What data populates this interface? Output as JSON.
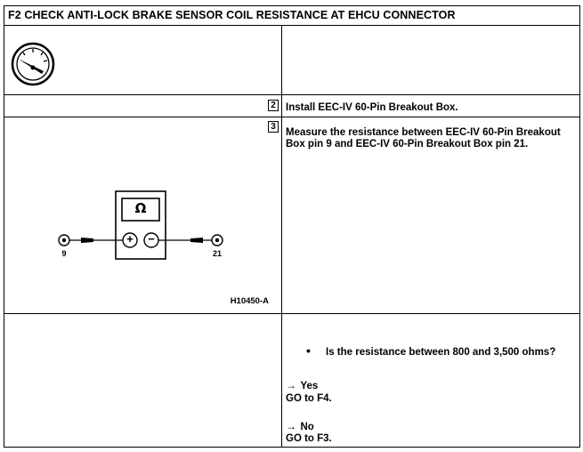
{
  "header": {
    "title": "F2 CHECK ANTI-LOCK BRAKE SENSOR COIL RESISTANCE AT EHCU CONNECTOR"
  },
  "steps": [
    {
      "number": "2",
      "text": "Install EEC-IV 60-Pin Breakout Box."
    },
    {
      "number": "3",
      "text": "Measure the resistance between EEC-IV 60-Pin Breakout Box pin 9 and EEC-IV 60-Pin Breakout Box pin 21."
    }
  ],
  "diagram": {
    "meter_symbol": "Ω",
    "plus_symbol": "+",
    "minus_symbol": "−",
    "pin_left": "9",
    "pin_right": "21",
    "figure_id": "H10450-A"
  },
  "result": {
    "bullet": "•",
    "question": "Is the resistance between 800 and 3,500 ohms?",
    "yes_arrow": "→",
    "yes_label": "Yes",
    "yes_action": "GO to F4.",
    "no_arrow": "→",
    "no_label": "No",
    "no_action": "GO to F3."
  },
  "icons": {
    "gauge": "gauge-icon"
  }
}
